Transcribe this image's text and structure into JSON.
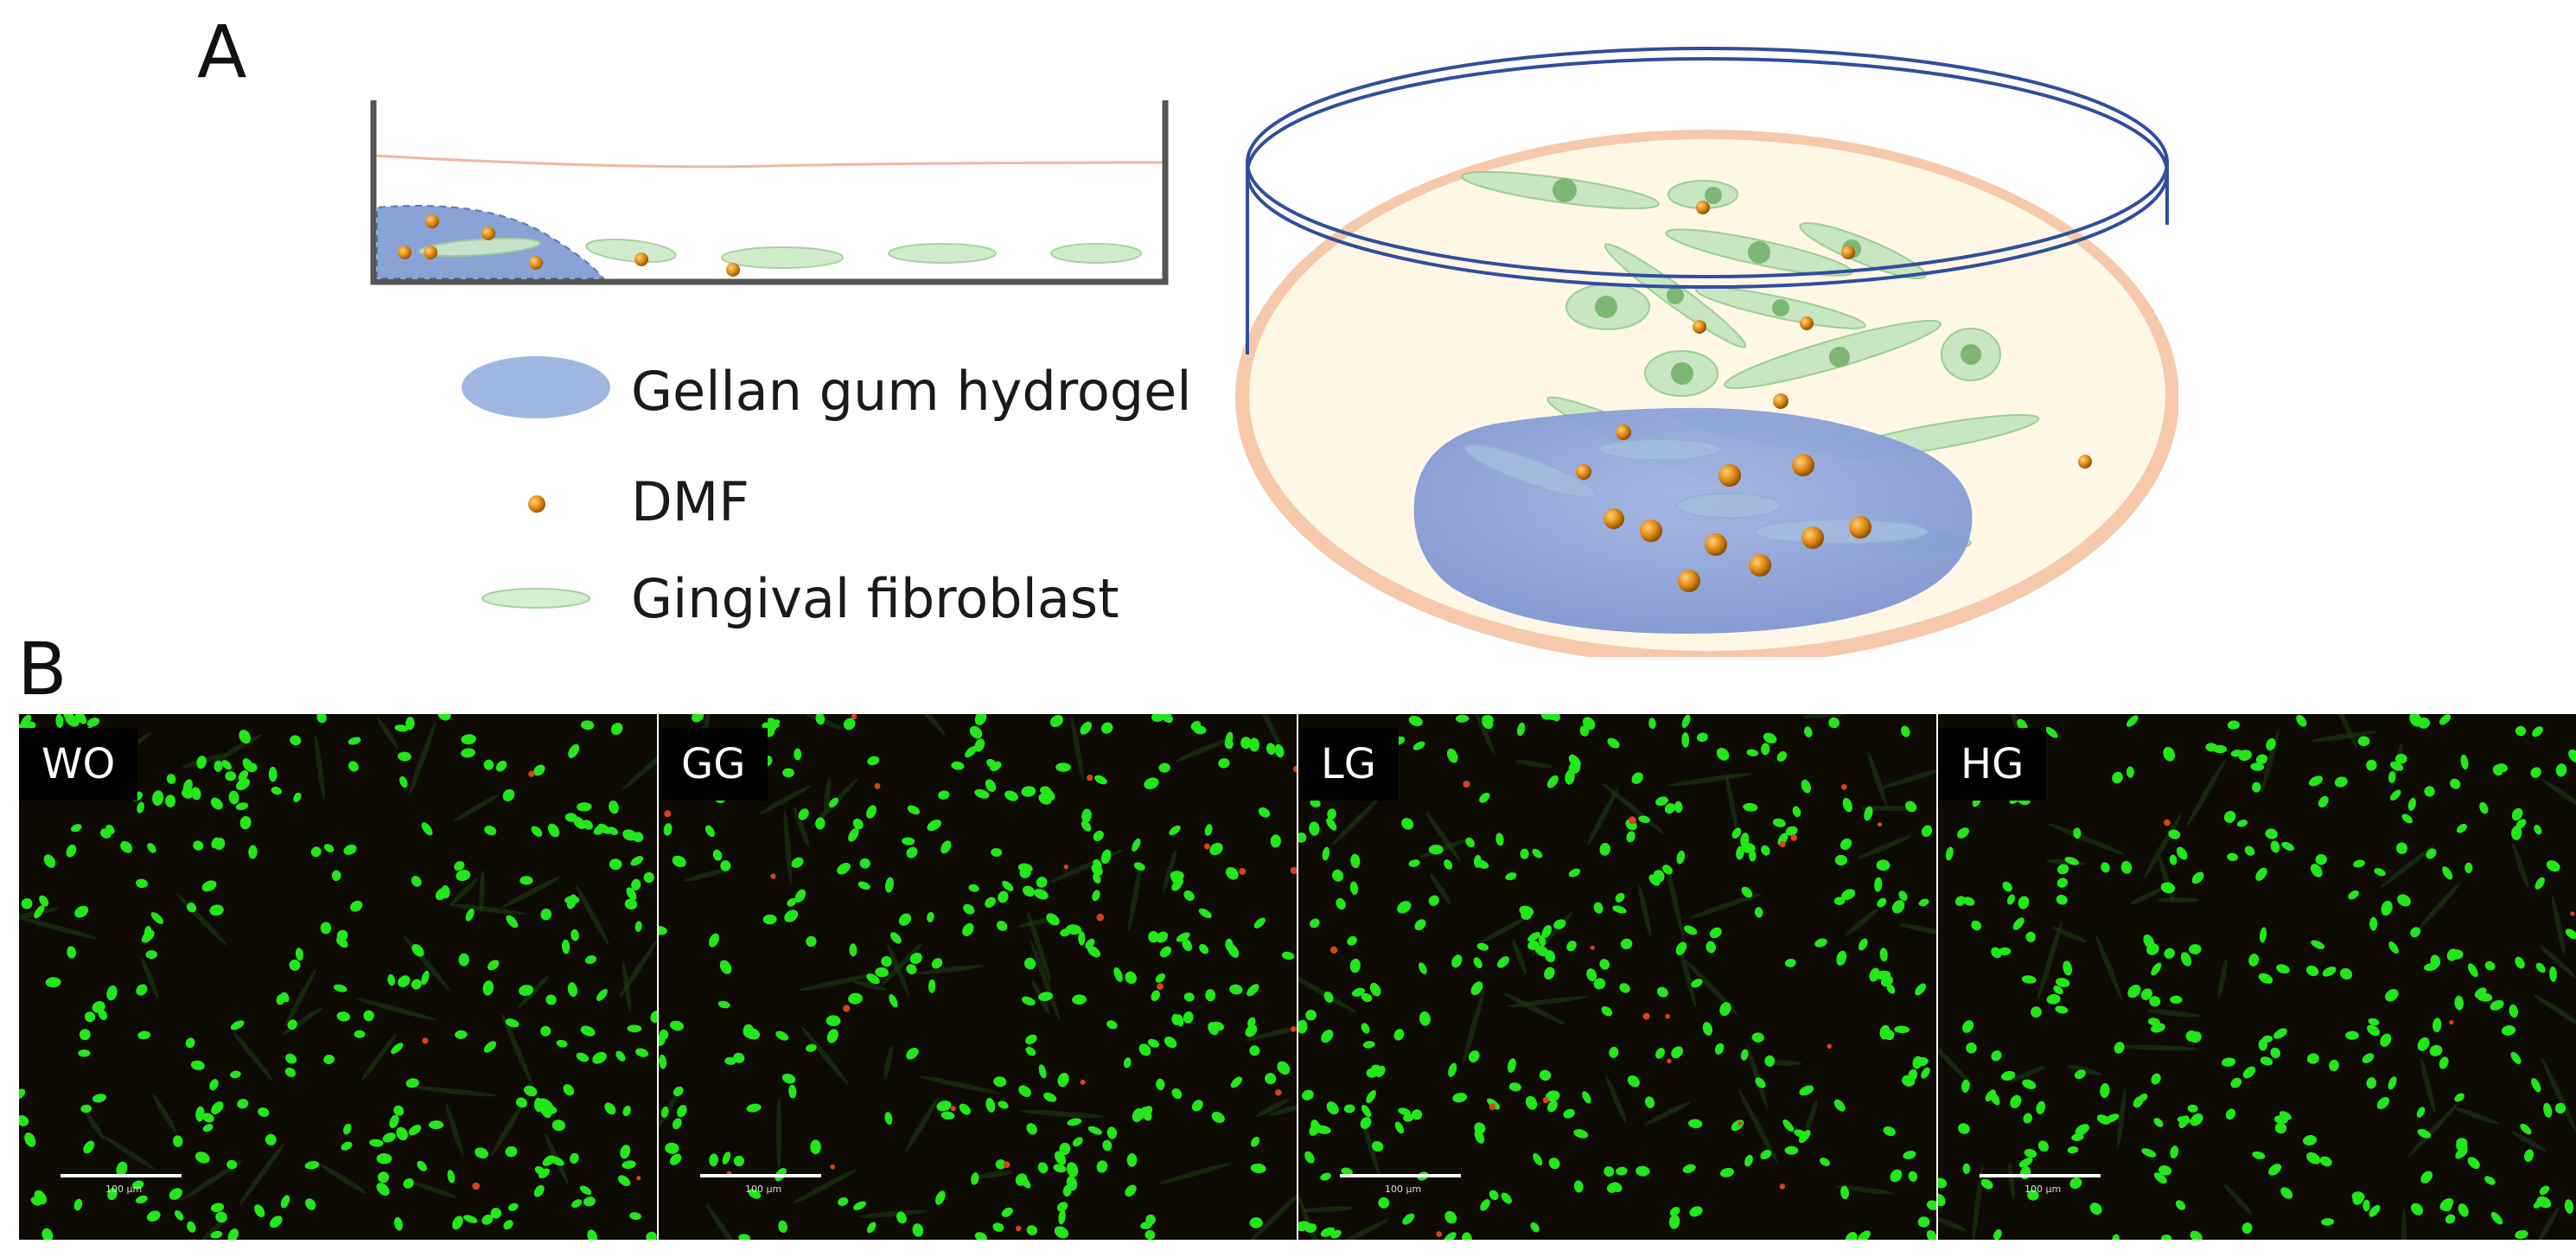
{
  "panel_a": {
    "letter": "A",
    "legend": [
      {
        "label": "Gellan gum hydrogel",
        "icon": "gellan-gum-hydrogel-icon"
      },
      {
        "label": "DMF",
        "icon": "dmf-particle-icon"
      },
      {
        "label": "Gingival fibroblast",
        "icon": "gingival-fibroblast-icon"
      }
    ]
  },
  "panel_b": {
    "letter": "B",
    "images": [
      {
        "label": "WO",
        "scale": "100 µm"
      },
      {
        "label": "GG",
        "scale": "100 µm"
      },
      {
        "label": "LG",
        "scale": "100 µm"
      },
      {
        "label": "HG",
        "scale": "100 µm"
      }
    ]
  },
  "colors": {
    "hydrogel": "#8fa6d8",
    "dmf": "#e08a12",
    "fibroblast": "#bfe3bf",
    "dish_rim": "#2c4e9a",
    "dish_medium": "#fff6e4",
    "live_cell": "#22e81a",
    "dead_cell": "#d8421a"
  }
}
